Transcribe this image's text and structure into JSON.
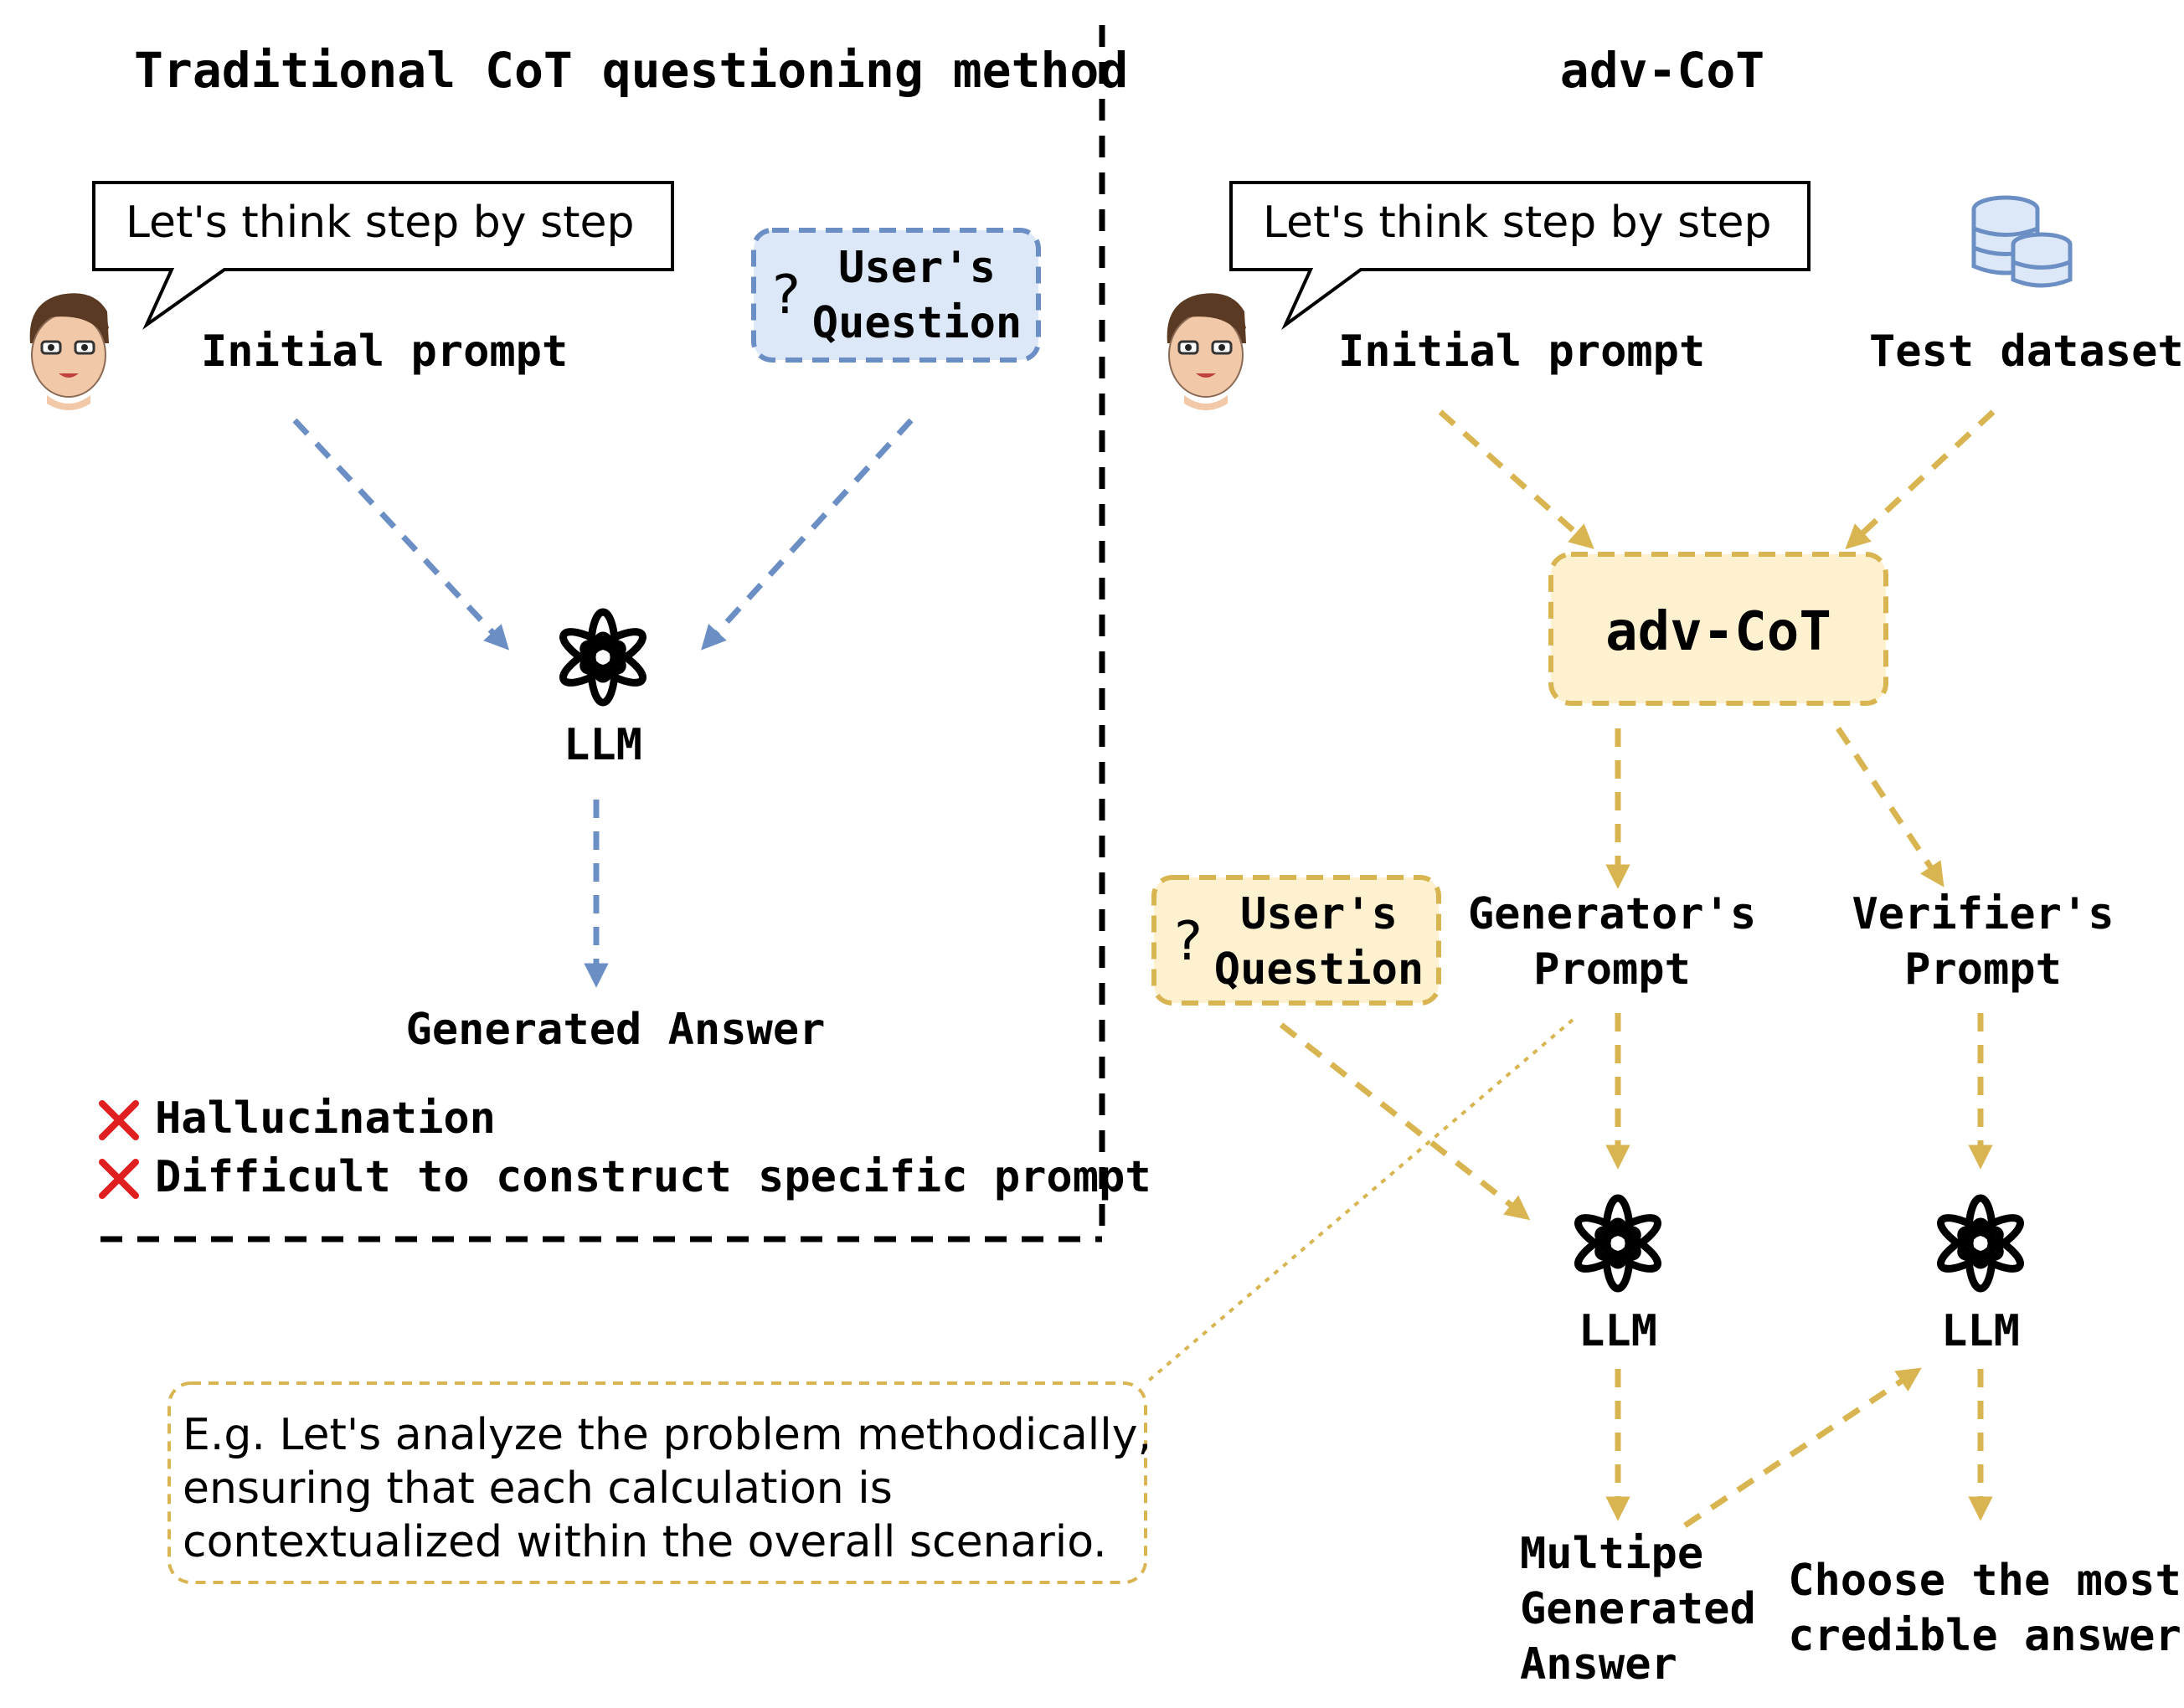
{
  "left": {
    "title": "Traditional CoT questioning method",
    "bubble_text": "Let's think step by step",
    "initial_prompt_label": "Initial prompt",
    "question_box": {
      "icon": "?",
      "line1": "User's",
      "line2": "Question"
    },
    "llm_label": "LLM",
    "output_label": "Generated Answer",
    "drawbacks": [
      "Hallucination",
      "Difficult to construct specific prompt"
    ]
  },
  "right": {
    "title": "adv-CoT",
    "bubble_text": "Let's think step by step",
    "initial_prompt_label": "Initial prompt",
    "dataset_label": "Test dataset",
    "core_box_label": "adv-CoT",
    "question_box": {
      "icon": "?",
      "line1": "User's",
      "line2": "Question"
    },
    "generator_prompt": [
      "Generator's",
      "Prompt"
    ],
    "verifier_prompt": [
      "Verifier's",
      "Prompt"
    ],
    "llm_generator_label": "LLM",
    "llm_verifier_label": "LLM",
    "multiple_answers": [
      "Multipe",
      "Generated",
      "Answer"
    ],
    "final_choice": [
      "Choose the most",
      "credible answer"
    ],
    "example_note": [
      "E.g. Let's analyze the problem methodically,",
      "ensuring that each calculation is",
      "contextualized within the overall scenario."
    ]
  },
  "colors": {
    "blue_arrow": "#6b8fc4",
    "gold_arrow": "#d9b552",
    "blue_box_fill": "#dce8f8",
    "gold_box_fill": "#fdf1cf",
    "red_x": "#e02020",
    "database_icon": "#6b8fc4"
  },
  "icons": [
    "person-avatar-icon",
    "speech-bubble-icon",
    "question-mark-icon",
    "openai-logo-icon",
    "database-icon",
    "cross-mark-icon"
  ]
}
